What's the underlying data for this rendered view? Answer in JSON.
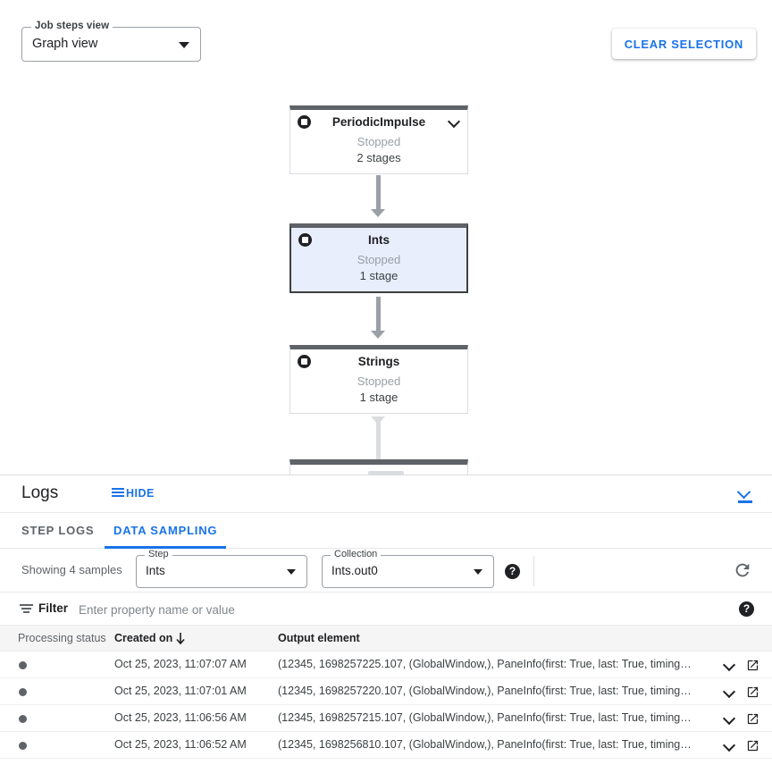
{
  "graph": {
    "job_steps_view": {
      "label": "Job steps view",
      "value": "Graph view"
    },
    "clear_selection_label": "CLEAR SELECTION",
    "nodes": [
      {
        "name": "PeriodicImpulse",
        "status": "Stopped",
        "stages": "2 stages",
        "selected": false,
        "has_chevron": true
      },
      {
        "name": "Ints",
        "status": "Stopped",
        "stages": "1 stage",
        "selected": true,
        "has_chevron": false
      },
      {
        "name": "Strings",
        "status": "Stopped",
        "stages": "1 stage",
        "selected": false,
        "has_chevron": false
      }
    ]
  },
  "logs": {
    "title": "Logs",
    "hide_label": "HIDE",
    "tabs": [
      {
        "label": "STEP LOGS",
        "active": false
      },
      {
        "label": "DATA SAMPLING",
        "active": true
      }
    ],
    "sampling": {
      "showing_text": "Showing 4 samples",
      "step": {
        "label": "Step",
        "value": "Ints"
      },
      "collection": {
        "label": "Collection",
        "value": "Ints.out0"
      }
    },
    "filter": {
      "label": "Filter",
      "placeholder": "Enter property name or value",
      "value": ""
    },
    "table": {
      "columns": [
        "Processing status",
        "Created on",
        "Output element"
      ],
      "sorted_column": "Created on",
      "sort_direction": "desc",
      "rows": [
        {
          "status": "dot",
          "created_on": "Oct 25, 2023, 11:07:07 AM",
          "output_element": "(12345, 1698257225.107, (GlobalWindow,), PaneInfo(first: True, last: True, timing…"
        },
        {
          "status": "dot",
          "created_on": "Oct 25, 2023, 11:07:01 AM",
          "output_element": "(12345, 1698257220.107, (GlobalWindow,), PaneInfo(first: True, last: True, timing…"
        },
        {
          "status": "dot",
          "created_on": "Oct 25, 2023, 11:06:56 AM",
          "output_element": "(12345, 1698257215.107, (GlobalWindow,), PaneInfo(first: True, last: True, timing…"
        },
        {
          "status": "dot",
          "created_on": "Oct 25, 2023, 11:06:52 AM",
          "output_element": "(12345, 1698256810.107, (GlobalWindow,), PaneInfo(first: True, last: True, timing…"
        }
      ]
    }
  },
  "icons": {
    "help": "?",
    "refresh": "refresh-icon",
    "open_in_new": "open-in-new-icon"
  },
  "colors": {
    "accent": "#1a73e8",
    "node_header": "#5f6368",
    "selected_node_bg": "#e8eefc",
    "status_dot": "#5f6368"
  }
}
